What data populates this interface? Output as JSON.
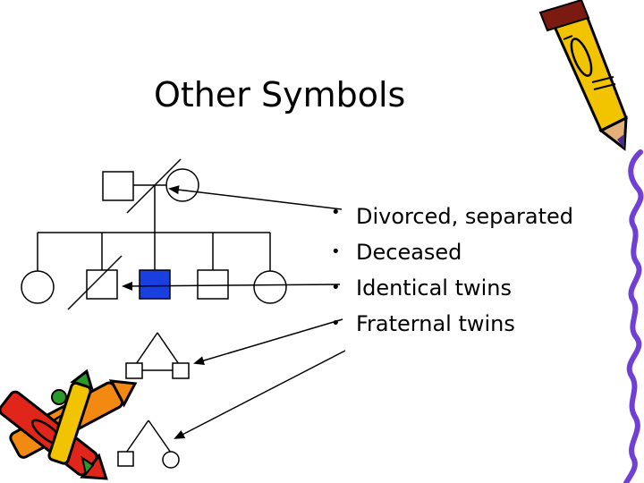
{
  "slide": {
    "title": "Other Symbols",
    "bullets": [
      {
        "bullet": "•",
        "text": "Divorced, separated"
      },
      {
        "bullet": "•",
        "text": "Deceased"
      },
      {
        "bullet": "•",
        "text": "Identical twins"
      },
      {
        "bullet": "•",
        "text": "Fraternal twins"
      }
    ]
  },
  "colors": {
    "deceased_fill": "#1a3fe0",
    "line": "#000000",
    "pencil_body": "#f2c400",
    "pencil_outline": "#000000",
    "crayon_red": "#e0261a",
    "crayon_orange": "#f28a12",
    "crayon_green": "#2a9a2a",
    "squiggle_purple": "#6f3fd6"
  },
  "icons": [
    "pencil-clipart",
    "crayons-clipart",
    "purple-squiggle-decoration"
  ]
}
